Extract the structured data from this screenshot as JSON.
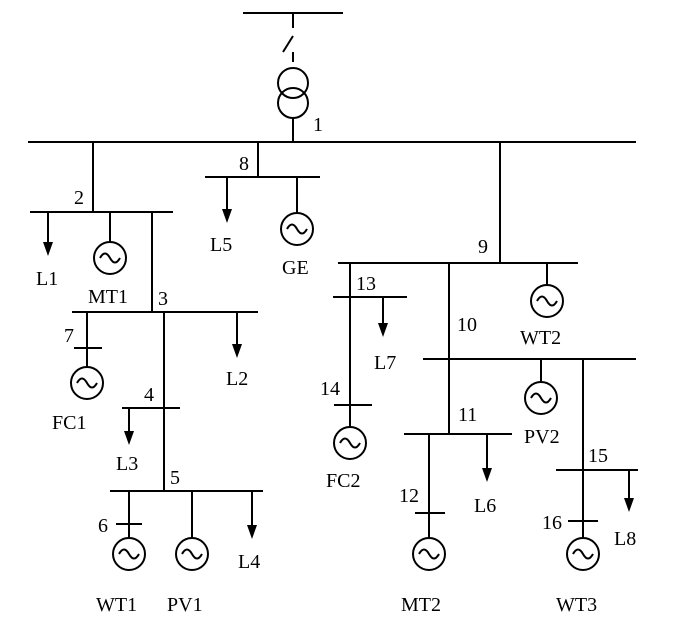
{
  "buses": [
    {
      "id": "1",
      "label": "1"
    },
    {
      "id": "2",
      "label": "2"
    },
    {
      "id": "3",
      "label": "3"
    },
    {
      "id": "4",
      "label": "4"
    },
    {
      "id": "5",
      "label": "5"
    },
    {
      "id": "6",
      "label": "6"
    },
    {
      "id": "7",
      "label": "7"
    },
    {
      "id": "8",
      "label": "8"
    },
    {
      "id": "9",
      "label": "9"
    },
    {
      "id": "10",
      "label": "10"
    },
    {
      "id": "11",
      "label": "11"
    },
    {
      "id": "12",
      "label": "12"
    },
    {
      "id": "13",
      "label": "13"
    },
    {
      "id": "14",
      "label": "14"
    },
    {
      "id": "15",
      "label": "15"
    },
    {
      "id": "16",
      "label": "16"
    }
  ],
  "loads": [
    {
      "id": "L1",
      "label": "L1"
    },
    {
      "id": "L2",
      "label": "L2"
    },
    {
      "id": "L3",
      "label": "L3"
    },
    {
      "id": "L4",
      "label": "L4"
    },
    {
      "id": "L5",
      "label": "L5"
    },
    {
      "id": "L6",
      "label": "L6"
    },
    {
      "id": "L7",
      "label": "L7"
    },
    {
      "id": "L8",
      "label": "L8"
    }
  ],
  "generators": [
    {
      "id": "MT1",
      "label": "MT1",
      "icon": "ac-source-icon"
    },
    {
      "id": "GE",
      "label": "GE",
      "icon": "ac-source-icon"
    },
    {
      "id": "FC1",
      "label": "FC1",
      "icon": "ac-source-icon"
    },
    {
      "id": "WT2",
      "label": "WT2",
      "icon": "ac-source-icon"
    },
    {
      "id": "FC2",
      "label": "FC2",
      "icon": "ac-source-icon"
    },
    {
      "id": "PV2",
      "label": "PV2",
      "icon": "ac-source-icon"
    },
    {
      "id": "WT1",
      "label": "WT1",
      "icon": "ac-source-icon"
    },
    {
      "id": "PV1",
      "label": "PV1",
      "icon": "ac-source-icon"
    },
    {
      "id": "MT2",
      "label": "MT2",
      "icon": "ac-source-icon"
    },
    {
      "id": "WT3",
      "label": "WT3",
      "icon": "ac-source-icon"
    }
  ],
  "grid_connection": {
    "transformer_icon": "transformer-icon",
    "switch_icon": "switch-icon"
  }
}
